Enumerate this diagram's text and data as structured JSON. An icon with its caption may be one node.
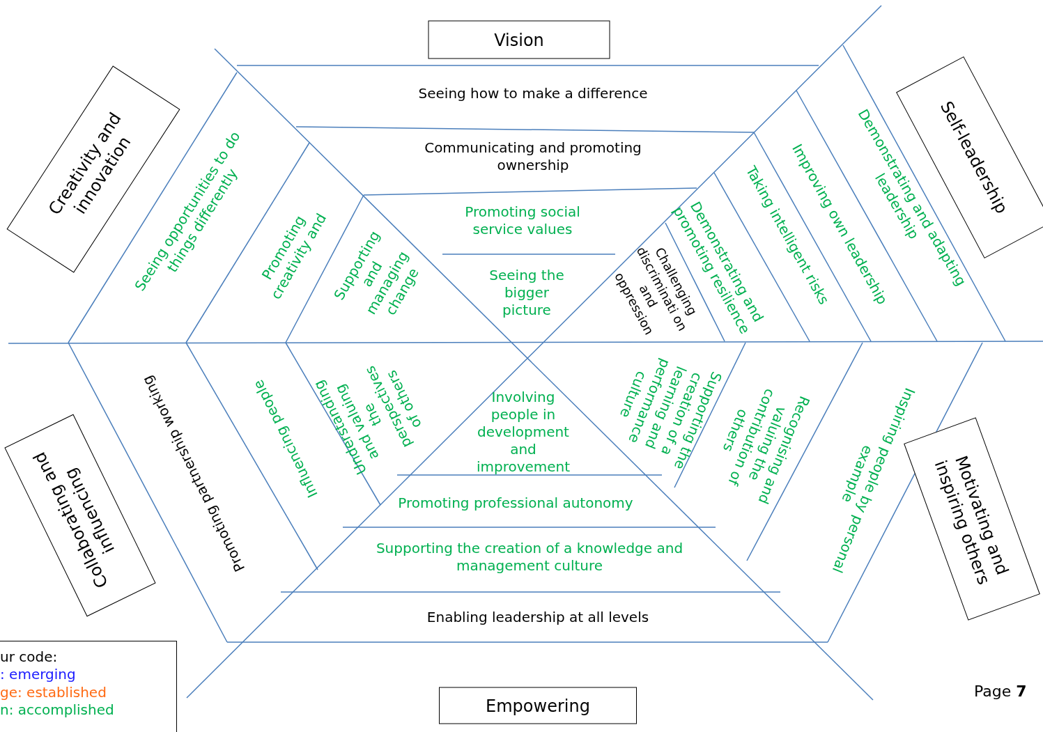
{
  "diagram": {
    "nodes": [
      {
        "text": [
          "Vision"
        ]
      },
      {
        "text": [
          "Seeing how to make a difference"
        ]
      },
      {
        "text": [
          "Communicating and promoting ownership"
        ]
      },
      {
        "text": [
          "Promoting social service values"
        ]
      },
      {
        "text": [
          "Seeing the bigger picture"
        ]
      },
      {
        "text": [
          "Creativity and innovation"
        ]
      },
      {
        "text": [
          "Seeing opportunities to do things differently"
        ]
      },
      {
        "text": [
          "Promoting creativity and"
        ]
      },
      {
        "text": [
          "Supporting and managing change"
        ]
      },
      {
        "text": [
          "Self-leadership"
        ]
      },
      {
        "text": [
          "Demonstrating and adapting leadership"
        ]
      },
      {
        "text": [
          "Improving own leadership"
        ]
      },
      {
        "text": [
          "Taking intelligent risks"
        ]
      },
      {
        "text": [
          "Demonstrating and promoting resilience"
        ]
      },
      {
        "text": [
          "Challenging discriminati on and oppression"
        ]
      },
      {
        "text": [
          "Collaborating and influencing"
        ]
      },
      {
        "text": [
          "Promoting partnership working"
        ]
      },
      {
        "text": [
          "Influencing people"
        ]
      },
      {
        "text": [
          "Understanding and valuing the perspectives of others"
        ]
      },
      {
        "text": [
          "Involving people in development and improvement"
        ]
      },
      {
        "text": [
          "Supporting the creation of a learning and performance culture"
        ]
      },
      {
        "text": [
          "Recognising and valuing the contribution of others"
        ]
      },
      {
        "text": [
          "Inspiring people by personal example"
        ]
      },
      {
        "text": [
          "Motivating and inspiring others"
        ]
      },
      {
        "text": [
          "Promoting professional autonomy"
        ]
      },
      {
        "text": [
          "Supporting the creation of a knowledge and management culture"
        ]
      },
      {
        "text": [
          "Enabling leadership at all levels"
        ]
      },
      {
        "text": [
          "Empowering"
        ]
      }
    ],
    "labels": [
      "ur code:",
      "Page **7**"
    ],
    "legend": [
      {
        "text": ": emerging",
        "color": "#1a1aff"
      },
      {
        "text": "ge: established",
        "color": "#ff6a13"
      },
      {
        "text": "n: accomplished",
        "color": "#00b050"
      }
    ]
  }
}
